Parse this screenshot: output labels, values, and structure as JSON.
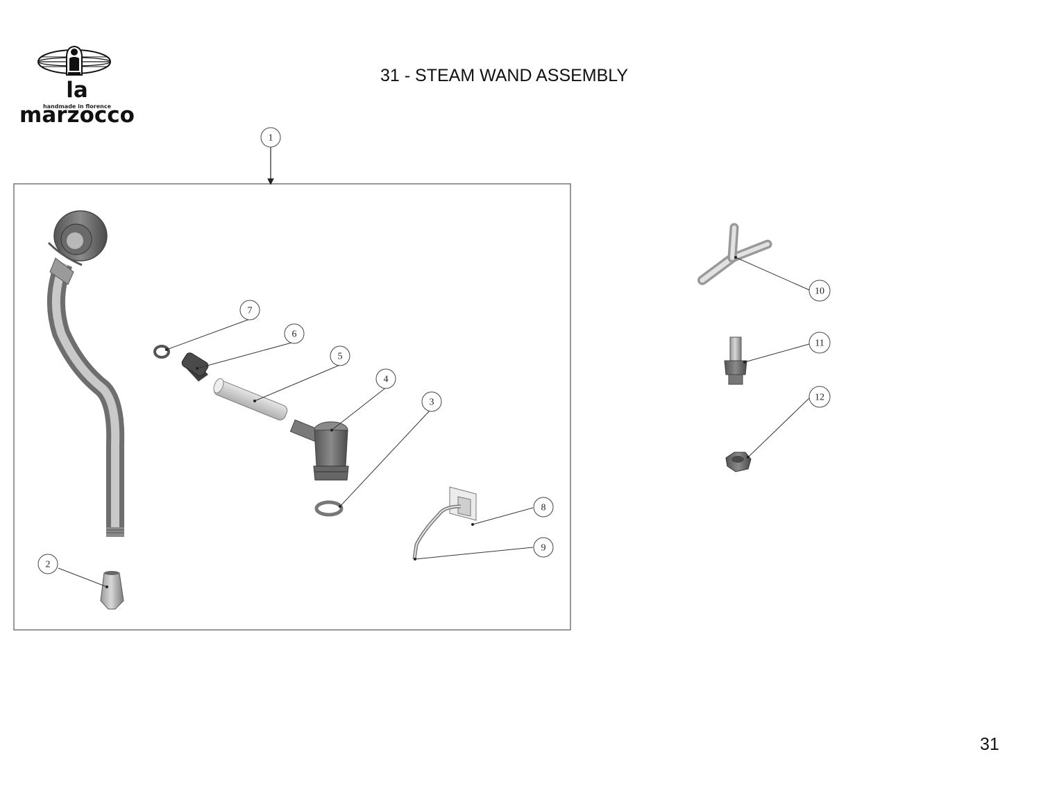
{
  "header": {
    "brand": "la marzocco",
    "tagline": "handmade in florence",
    "title": "31 - STEAM WAND ASSEMBLY"
  },
  "callouts": [
    "1",
    "2",
    "3",
    "4",
    "5",
    "6",
    "7",
    "8",
    "9",
    "10",
    "11",
    "12"
  ],
  "footer": {
    "page_number": "31"
  },
  "icons": [
    "la-marzocco-logo-icon"
  ]
}
